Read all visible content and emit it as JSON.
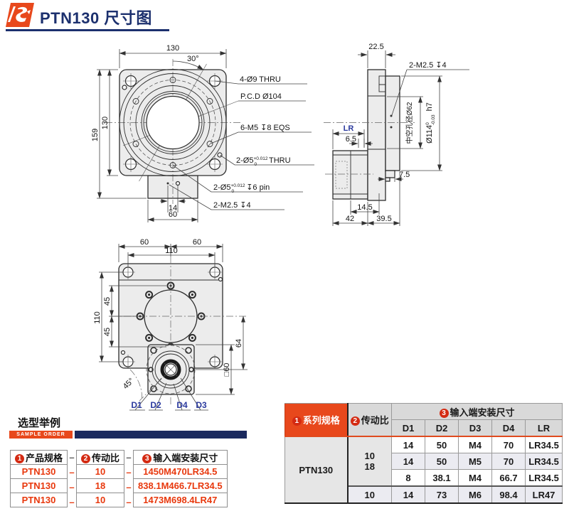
{
  "title": "PTN130 尺寸图",
  "front_view": {
    "dim_width_top": "130",
    "angle": "30°",
    "dim_height": "159",
    "dim_square": "130",
    "dim_pin": "14",
    "dim_tab": "60",
    "lbl_holes": "4-Ø9 THRU",
    "lbl_pcd": "P.C.D Ø104",
    "lbl_tap": "6-M5 ↧8 EQS",
    "lbl_dowel_pre": "2-Ø5",
    "lbl_dowel_sup": "+0.012",
    "lbl_dowel_sub": "0",
    "lbl_dowel_post": " THRU",
    "lbl_pin_pre": "2-Ø5",
    "lbl_pin_sup": "+0.012",
    "lbl_pin_sub": "0",
    "lbl_pin_post": " ↧6 pin",
    "lbl_m25": "2-M2.5 ↧4"
  },
  "side_view": {
    "dim_top": "22.5",
    "lbl_m25": "2-M2.5 ↧4",
    "lbl_lr": "LR",
    "dim_65": "6.5",
    "lbl_bore": "中空孔径Ø62",
    "lbl_od_pre": "Ø114",
    "lbl_od_sup": "0",
    "lbl_od_sub": "-0.03",
    "lbl_od_post": " h7",
    "dim_75": "7.5",
    "dim_145": "14.5",
    "dim_42": "42",
    "dim_395": "39.5"
  },
  "bottom_view": {
    "dim_60a": "60",
    "dim_60b": "60",
    "dim_110_top": "110",
    "dim_110_left": "110",
    "dim_45a": "45",
    "dim_45b": "45",
    "dim_64": "64",
    "dim_sq60": "□60",
    "angle": "45°",
    "d1": "D1",
    "d2": "D2",
    "d4": "D4",
    "d3": "D3"
  },
  "sample": {
    "heading": "选型举例",
    "subheading": "SAMPLE ORDER",
    "dash": "–",
    "col1": {
      "num": "1",
      "label": "产品规格",
      "values": [
        "PTN130",
        "PTN130",
        "PTN130"
      ]
    },
    "col2": {
      "num": "2",
      "label": "传动比",
      "values": [
        "10",
        "18",
        "10"
      ]
    },
    "col3": {
      "num": "3",
      "label": "输入端安装尺寸",
      "values": [
        "1450M470LR34.5",
        "838.1M466.7LR34.5",
        "1473M698.4LR47"
      ]
    }
  },
  "spec": {
    "h_series": {
      "num": "1",
      "label": "系列规格"
    },
    "h_ratio": {
      "num": "2",
      "label": "传动比"
    },
    "h_mount": {
      "num": "3",
      "label": "输入端安装尺寸"
    },
    "sub": [
      "D1",
      "D2",
      "D3",
      "D4",
      "LR"
    ],
    "series": "PTN130",
    "ratio_a": "10",
    "ratio_b": "18",
    "ratio_last": "10",
    "rows": [
      [
        "14",
        "50",
        "M4",
        "70",
        "LR34.5"
      ],
      [
        "14",
        "50",
        "M5",
        "70",
        "LR34.5"
      ],
      [
        "8",
        "38.1",
        "M4",
        "66.7",
        "LR34.5"
      ],
      [
        "14",
        "73",
        "M6",
        "98.4",
        "LR47"
      ]
    ]
  }
}
